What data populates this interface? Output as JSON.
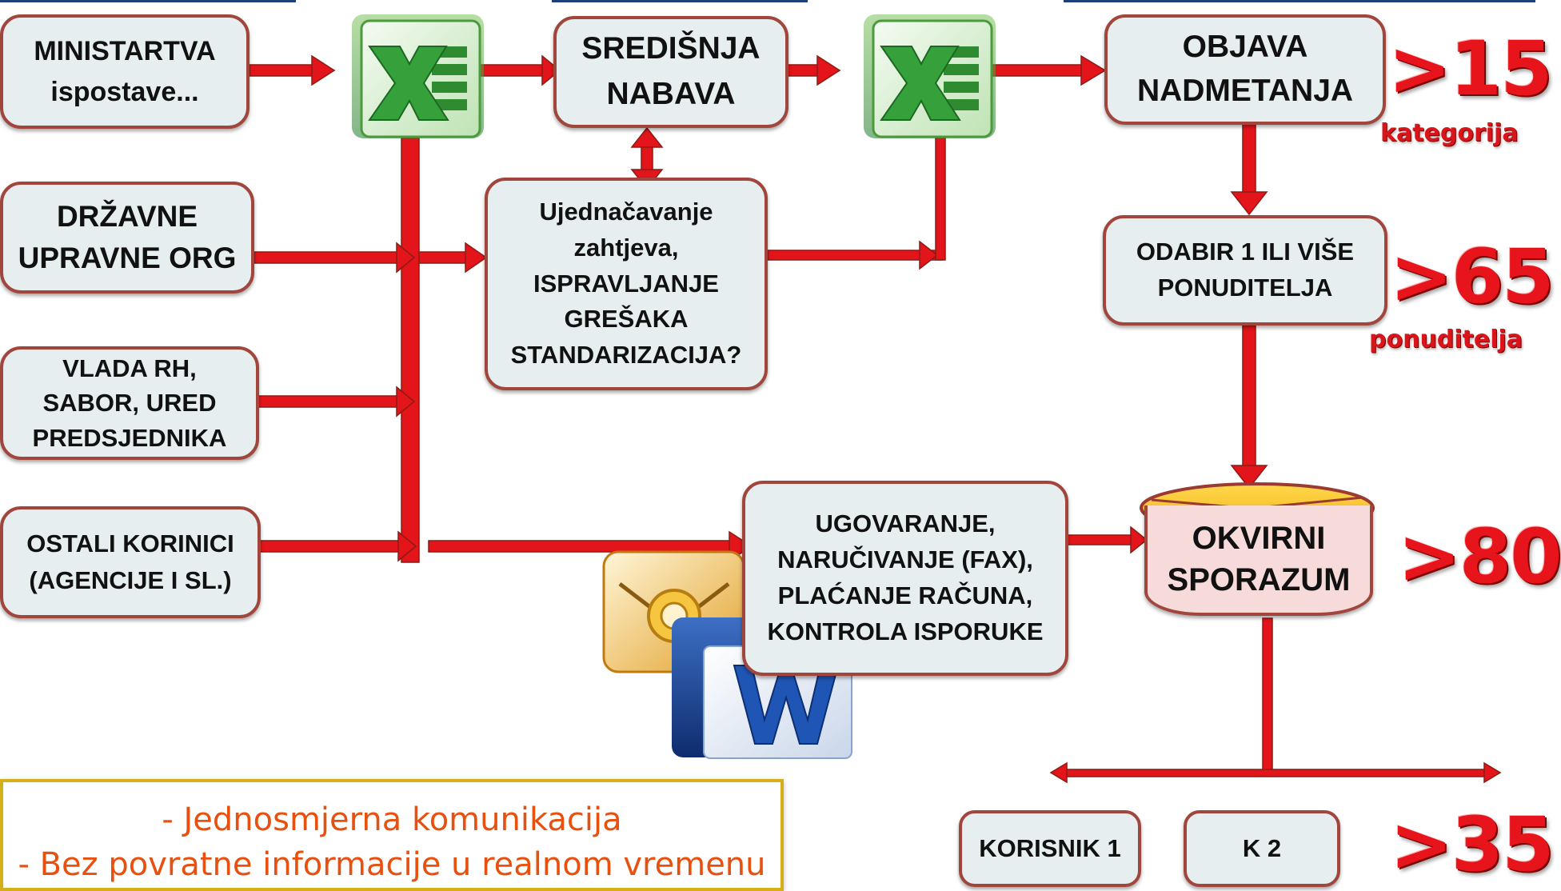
{
  "boxes": {
    "ministarstva": "MINISTARTVA\nispostave...",
    "drzavne": "DRŽAVNE\nUPRAVNE ORG",
    "vlada": "VLADA RH,\nSABOR, URED\nPREDSJEDNIKA",
    "ostali": "OSTALI KORINICI\n(AGENCIJE I SL.)",
    "sredisnja": "SREDIŠNJA\nNABAVA",
    "ujednacavanje": "Ujednačavanje\nzahtjeva,\nISPRAVLJANJE\nGREŠAKA\nSTANDARIZACIJA?",
    "objava": "OBJAVA\nNADMETANJA",
    "odabir": "ODABIR 1 ILI VIŠE\nPONUDITELJA",
    "ugovaranje": "UGOVARANJE,\nNARUČIVANJE (FAX),\nPLAĆANJE RAČUNA,\nKONTROLA ISPORUKE",
    "okvirni": "OKVIRNI\nSPORAZUM",
    "korisnik1": "KORISNIK 1",
    "k2": "K 2"
  },
  "stats": [
    {
      "value": ">15",
      "label": "kategorija"
    },
    {
      "value": ">65",
      "label": "ponuditelja"
    },
    {
      "value": ">80",
      "label": ""
    },
    {
      "value": ">35",
      "label": ""
    }
  ],
  "notes": [
    "- Jednosmjerna komunikacija",
    "- Bez povratne informacije u realnom vremenu"
  ],
  "colors": {
    "arrow": "#e3151b",
    "box_border": "#a0463c",
    "box_fill": "#e6eef0",
    "stat_red": "#e8141b",
    "note_text": "#e8500f",
    "note_border": "#d4b018"
  },
  "icons": [
    "excel-icon",
    "excel-icon",
    "outlook-icon",
    "word-icon",
    "database-icon"
  ]
}
